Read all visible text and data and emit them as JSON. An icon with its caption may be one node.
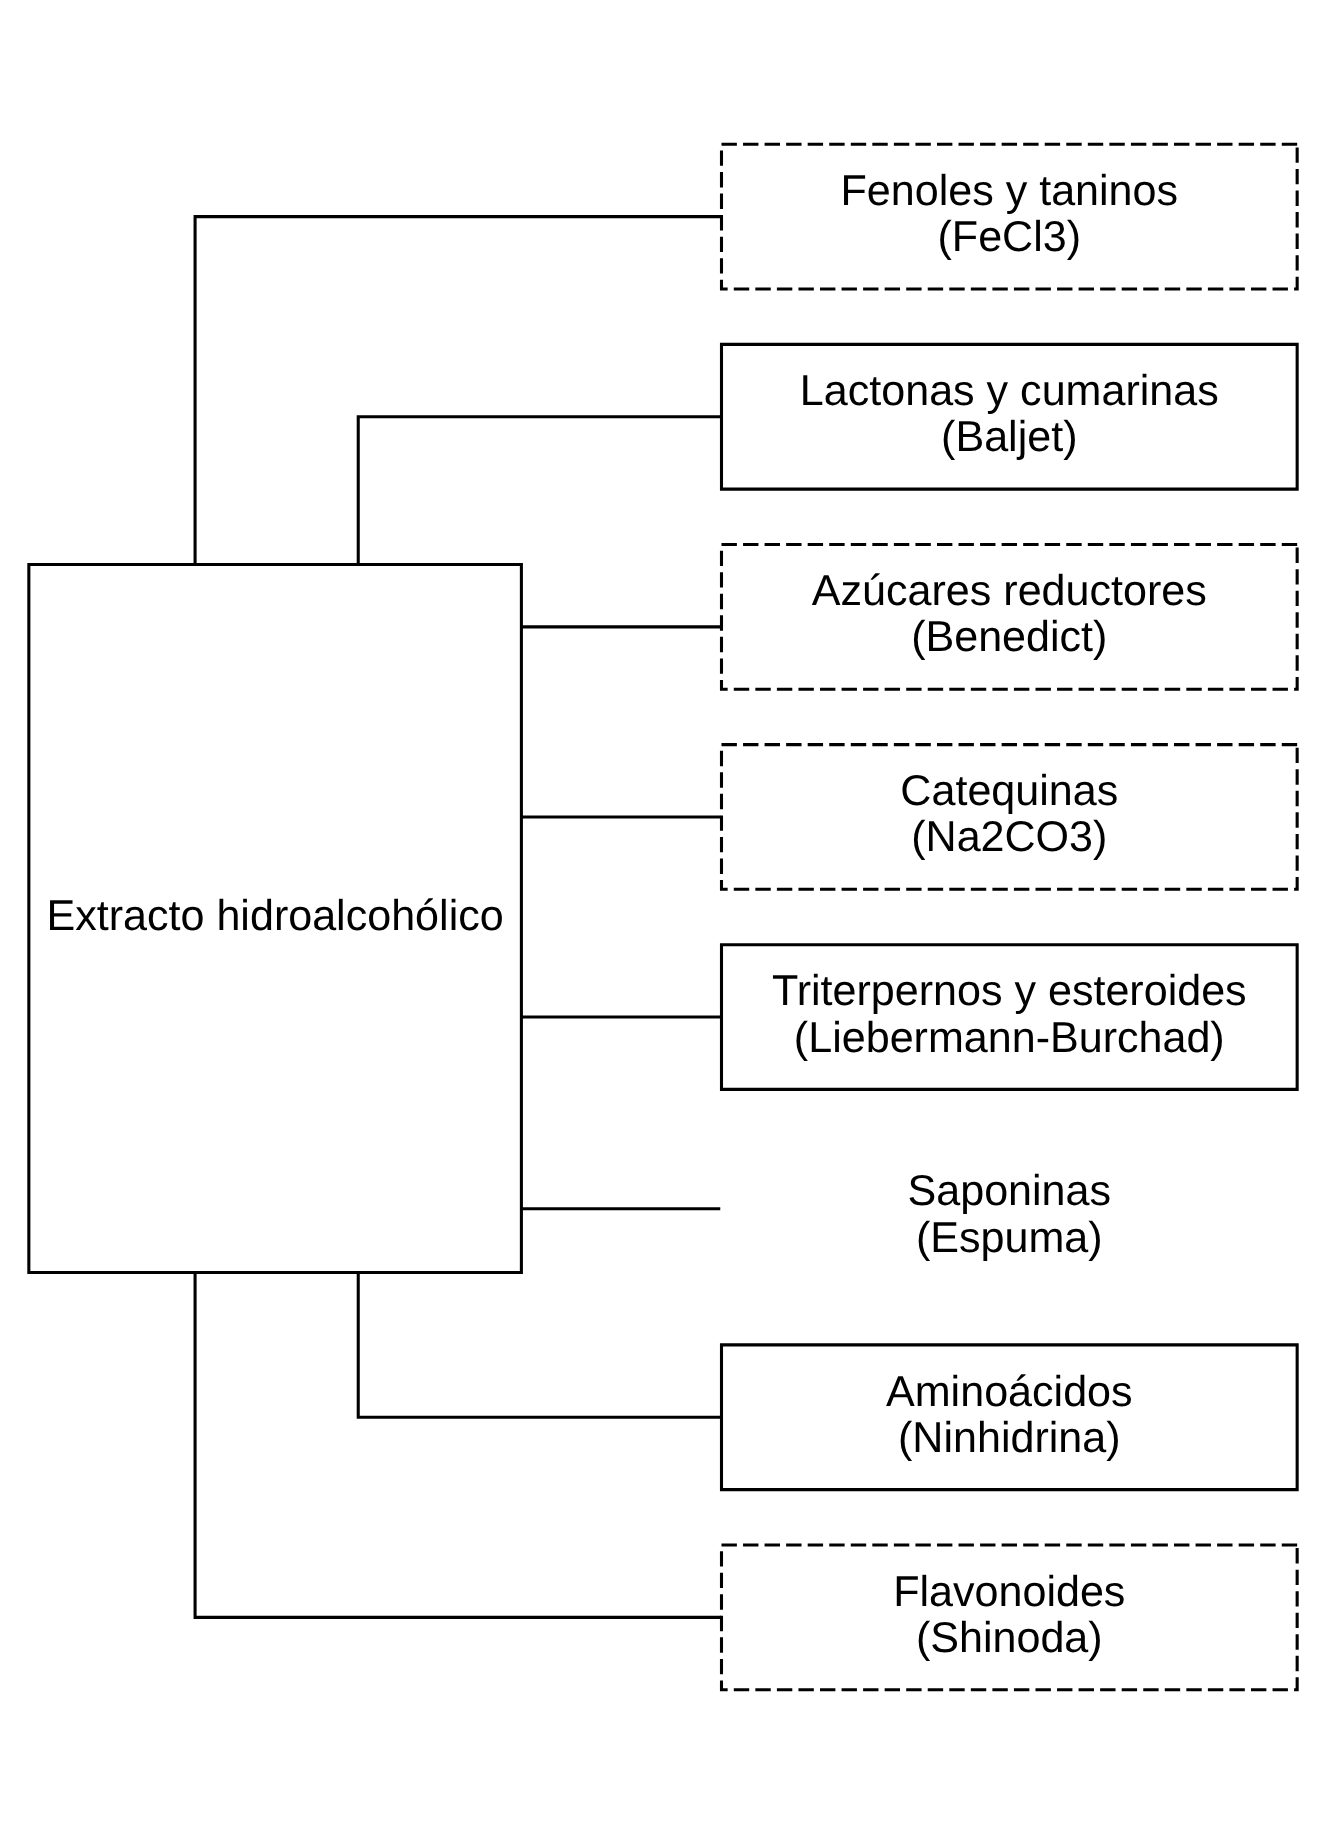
{
  "diagram": {
    "nodes": [
      {
        "text": [
          "Extracto hidroalcohólico"
        ]
      },
      {
        "text": [
          "Fenoles y taninos (FeCl3)"
        ]
      },
      {
        "text": [
          "Lactonas y cumarinas (Baljet)"
        ]
      },
      {
        "text": [
          "Azúcares reductores (Benedict)"
        ]
      },
      {
        "text": [
          "Catequinas (Na2CO3)"
        ]
      },
      {
        "text": [
          "Triterpernos y esteroides (Liebermann-Burchad)"
        ]
      },
      {
        "text": [
          "Saponinas (Espuma)"
        ]
      },
      {
        "text": [
          "Aminoácidos (Ninhidrina)"
        ]
      },
      {
        "text": [
          "Flavonoides (Shinoda)"
        ]
      }
    ],
    "edges": [
      {
        "from": 0,
        "to": 1,
        "arrow": "none"
      },
      {
        "from": 0,
        "to": 2,
        "arrow": "none"
      },
      {
        "from": 0,
        "to": 3,
        "arrow": "none"
      },
      {
        "from": 0,
        "to": 4,
        "arrow": "none"
      },
      {
        "from": 0,
        "to": 5,
        "arrow": "none"
      },
      {
        "from": 0,
        "to": 6,
        "arrow": "none"
      },
      {
        "from": 0,
        "to": 7,
        "arrow": "none"
      },
      {
        "from": 0,
        "to": 8,
        "arrow": "none"
      }
    ]
  }
}
